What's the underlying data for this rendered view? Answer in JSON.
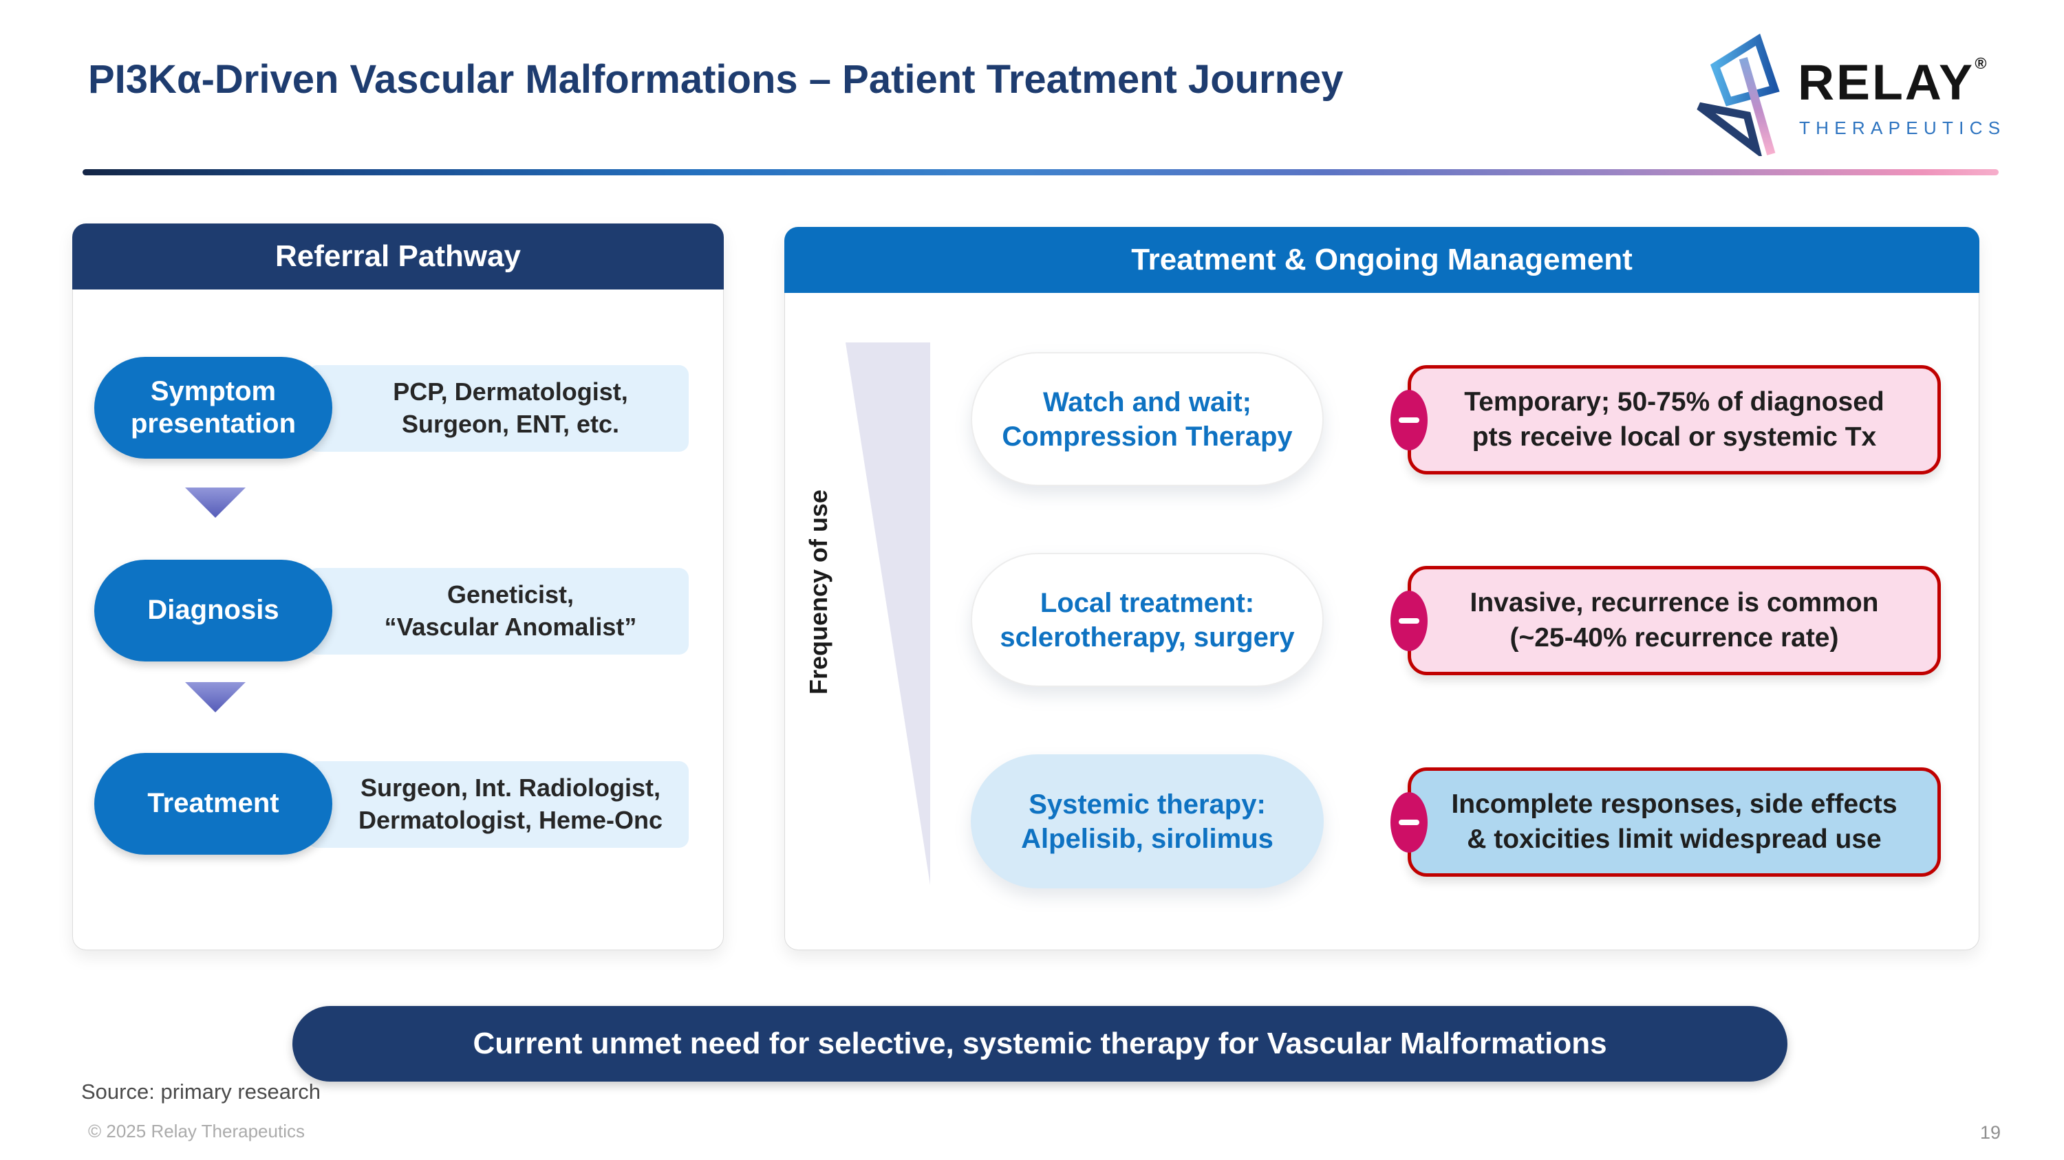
{
  "slide": {
    "title": "PI3Kα-Driven Vascular Malformations – Patient Treatment Journey"
  },
  "logo": {
    "wordmark": "RELAY",
    "registered": "®",
    "subtitle": "THERAPEUTICS"
  },
  "referral": {
    "header": "Referral Pathway",
    "steps": [
      {
        "label": "Symptom\npresentation",
        "detail": "PCP, Dermatologist,\nSurgeon, ENT, etc."
      },
      {
        "label": "Diagnosis",
        "detail": "Geneticist,\n“Vascular Anomalist”"
      },
      {
        "label": "Treatment",
        "detail": "Surgeon, Int. Radiologist,\nDermatologist, Heme-Onc"
      }
    ]
  },
  "treatment": {
    "header": "Treatment & Ongoing Management",
    "axis_label": "Frequency of use",
    "rows": [
      {
        "therapy": "Watch and wait;\nCompression Therapy",
        "limitation": "Temporary; 50-75% of diagnosed\npts receive local or systemic Tx",
        "highlighted": false
      },
      {
        "therapy": "Local treatment:\nsclerotherapy, surgery",
        "limitation": "Invasive, recurrence is common\n(~25-40% recurrence rate)",
        "highlighted": false
      },
      {
        "therapy": "Systemic therapy:\nAlpelisib, sirolimus",
        "limitation": "Incomplete responses, side effects\n& toxicities limit widespread use",
        "highlighted": true
      }
    ]
  },
  "banner": {
    "text": "Current unmet need for selective, systemic therapy for Vascular Malformations"
  },
  "footer": {
    "source": "Source: primary research",
    "copyright": "© 2025 Relay Therapeutics",
    "page_number": "19"
  },
  "colors": {
    "title_navy": "#1E3C6F",
    "header_navy": "#1E3C6F",
    "header_blue": "#0A6FBF",
    "pill_blue": "#0D73C4",
    "step_detail_bg": "#E2F1FC",
    "therapy_text_blue": "#0E72C2",
    "arrow_purple": "#6A70C4",
    "funnel_lavender": "#E4E4F1",
    "limitation_pink_bg": "#FBDCEA",
    "limitation_blue_bg": "#AFD7F0",
    "limitation_border_red": "#C00000",
    "minus_badge_magenta": "#CE0F66",
    "banner_navy": "#1E3C6F",
    "subtitle_blue": "#2E74C0"
  }
}
